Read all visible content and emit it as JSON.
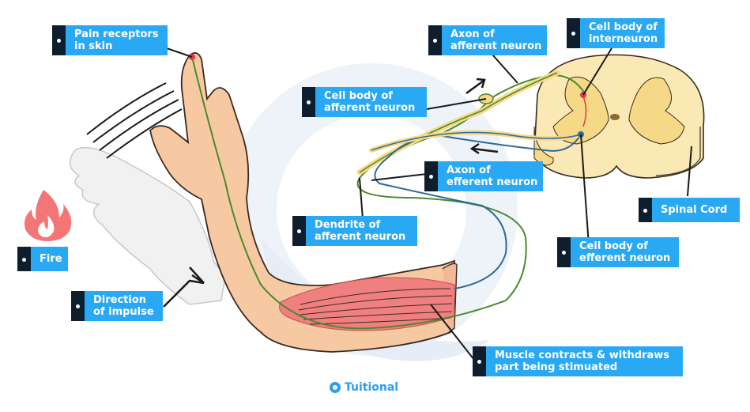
{
  "labels": {
    "pain_receptors": [
      "Pain receptors",
      "in skin"
    ],
    "axon_afferent": [
      "Axon of",
      "afferent neuron"
    ],
    "cell_body_interneuron": [
      "Cell body of",
      "interneuron"
    ],
    "cell_body_afferent": [
      "Cell body of",
      "afferent neuron"
    ],
    "axon_efferent": [
      "Axon of",
      "efferent neuron"
    ],
    "spinal_cord": [
      "Spinal Cord"
    ],
    "dendrite_afferent": [
      "Dendrite of",
      "afferent neuron"
    ],
    "cell_body_efferent": [
      "Cell body of",
      "efferent neuron"
    ],
    "fire": [
      "Fire"
    ],
    "direction_impulse": [
      "Direction",
      "of impulse"
    ],
    "muscle": [
      "Muscle contracts & withdraws",
      "part being stimuated"
    ]
  },
  "brand": {
    "name": "Tuitional"
  },
  "colors": {
    "label_bg": "#29a9f3",
    "label_tab": "#0e1e2e",
    "skin": "#f6c9a3",
    "skin_outline": "#3a2a20",
    "muscle": "#f08080",
    "afferent": "#4a8a2a",
    "efferent": "#2e6a9a",
    "cord": "#fbe9b5",
    "cord_grey": "#f6d987",
    "fire": "#f47575",
    "background_swirl": "#eef3f9"
  },
  "icons": [
    "fire-icon",
    "direction-arrow-icon",
    "brand-logo-icon"
  ]
}
